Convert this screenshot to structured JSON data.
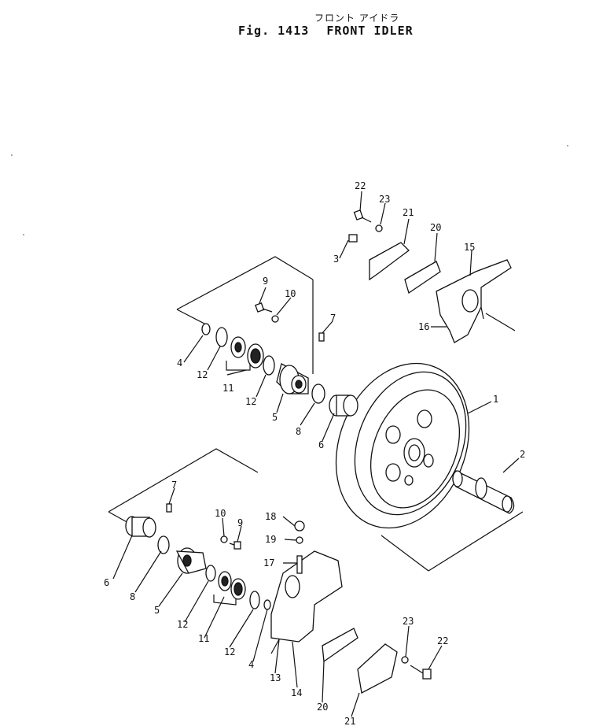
{
  "header": {
    "title_jp": "フロント アイドラ",
    "fig_label": "Fig. 1413",
    "fig_title": "FRONT IDLER"
  },
  "callouts": {
    "n1": "1",
    "n2": "2",
    "n3": "3",
    "n4a": "4",
    "n4b": "4",
    "n5a": "5",
    "n5b": "5",
    "n6a": "6",
    "n6b": "6",
    "n7a": "7",
    "n7b": "7",
    "n8a": "8",
    "n8b": "8",
    "n9a": "9",
    "n9b": "9",
    "n10a": "10",
    "n10b": "10",
    "n11a": "11",
    "n11b": "11",
    "n12a": "12",
    "n12b": "12",
    "n12c": "12",
    "n12d": "12",
    "n13": "13",
    "n14": "14",
    "n15": "15",
    "n16": "16",
    "n17": "17",
    "n18": "18",
    "n19": "19",
    "n20a": "20",
    "n20b": "20",
    "n21a": "21",
    "n21b": "21",
    "n22a": "22",
    "n22b": "22",
    "n23a": "23",
    "n23b": "23"
  }
}
